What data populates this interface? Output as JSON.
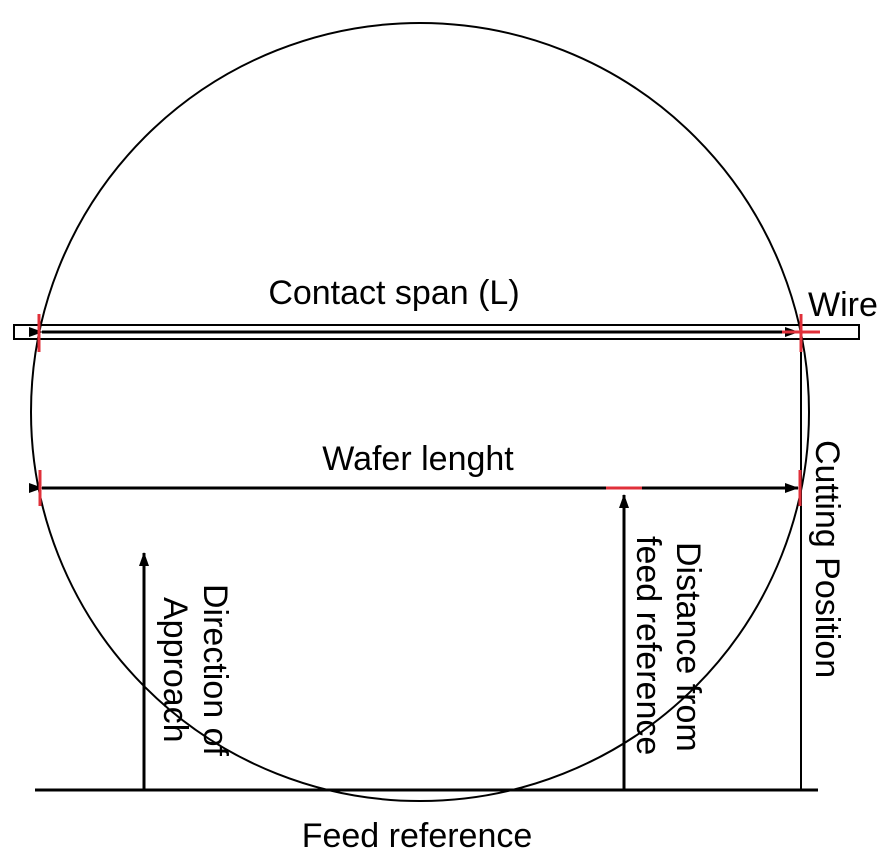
{
  "colors": {
    "line": "#000000",
    "marker": "#e0303a",
    "background": "#ffffff"
  },
  "labels": {
    "contact_span": "Contact span (L)",
    "wire": "Wire",
    "wafer_length": "Wafer lenght",
    "cutting_position": "Cutting Position",
    "distance_line1": "Distance from",
    "distance_line2": "feed reference",
    "direction_line1": "Direction of",
    "direction_line2": "Approach",
    "feed_reference": "Feed reference"
  }
}
